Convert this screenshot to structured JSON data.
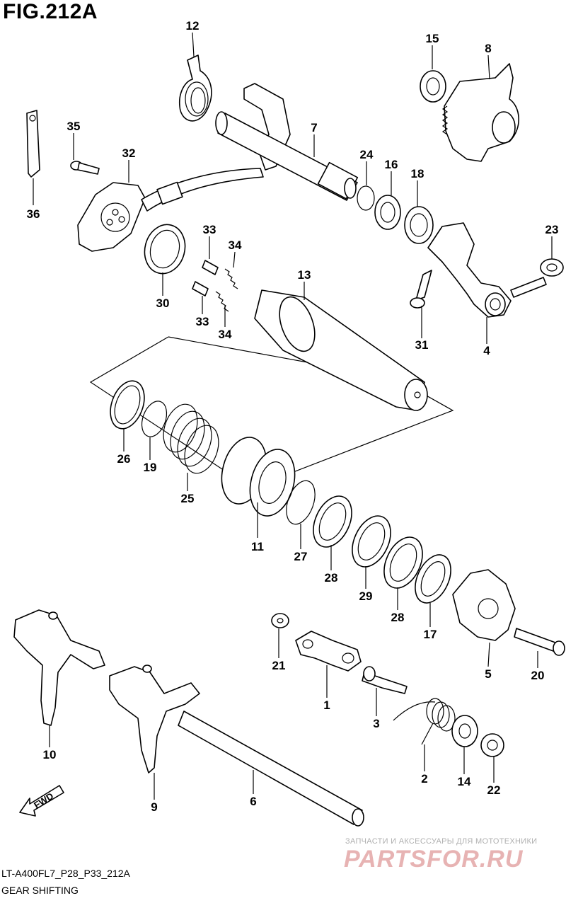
{
  "figure": {
    "title": "FIG.212A",
    "model_code": "LT-A400FL7_P28_P33_212A",
    "caption": "GEAR SHIFTING"
  },
  "fwd_label": "FWD",
  "callouts": {
    "c1": "1",
    "c2": "2",
    "c3": "3",
    "c4": "4",
    "c5": "5",
    "c6": "6",
    "c7": "7",
    "c8": "8",
    "c9": "9",
    "c10": "10",
    "c11": "11",
    "c12": "12",
    "c13": "13",
    "c14": "14",
    "c15": "15",
    "c16": "16",
    "c17": "17",
    "c18": "18",
    "c19": "19",
    "c20": "20",
    "c21": "21",
    "c22": "22",
    "c23": "23",
    "c24": "24",
    "c25": "25",
    "c26": "26",
    "c27": "27",
    "c28a": "28",
    "c28b": "28",
    "c29": "29",
    "c30": "30",
    "c31": "31",
    "c32": "32",
    "c33a": "33",
    "c33b": "33",
    "c34a": "34",
    "c34b": "34",
    "c35": "35",
    "c36": "36"
  },
  "watermark": {
    "tagline": "ЗАПЧАСТИ И АКСЕССУАРЫ ДЛЯ МОТОТЕХНИКИ",
    "logo": "PARTSFOR.RU"
  },
  "colors": {
    "line": "#000000",
    "watermark_logo": "#e7b3b3",
    "watermark_text": "#b0b0b0"
  }
}
